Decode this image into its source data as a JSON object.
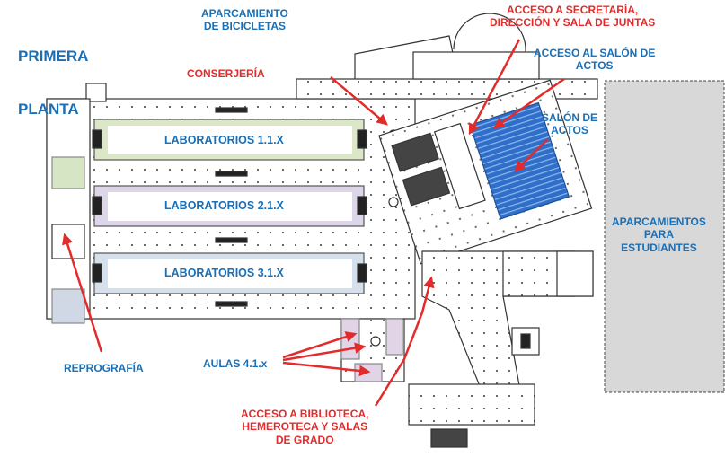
{
  "title": {
    "line1": "PRIMERA",
    "line2": "PLANTA"
  },
  "colors": {
    "blue_label": "#1a6fb5",
    "red_label": "#e32b2b",
    "arrow": "#e32b2b",
    "parking": "#d8d8d8"
  },
  "labels": {
    "bicycles": "APARCAMIENTO\nDE BICICLETAS",
    "secretaria": "ACCESO A SECRETARÍA,\nDIRECCIÓN Y SALA DE JUNTAS",
    "acceso_salon": "ACCESO AL SALÓN DE\nACTOS",
    "conserjeria": "CONSERJERÍA",
    "salon": "SALÓN DE\nACTOS",
    "lab1": "LABORATORIOS 1.1.X",
    "lab2": "LABORATORIOS 2.1.X",
    "lab3": "LABORATORIOS 3.1.X",
    "parking": "APARCAMIENTOS\nPARA\nESTUDIANTES",
    "reprografia": "REPROGRAFÍA",
    "aulas": "AULAS 4.1.x",
    "biblioteca": "ACCESO A BIBLIOTECA,\nHEMEROTECA Y SALAS\nDE GRADO"
  }
}
